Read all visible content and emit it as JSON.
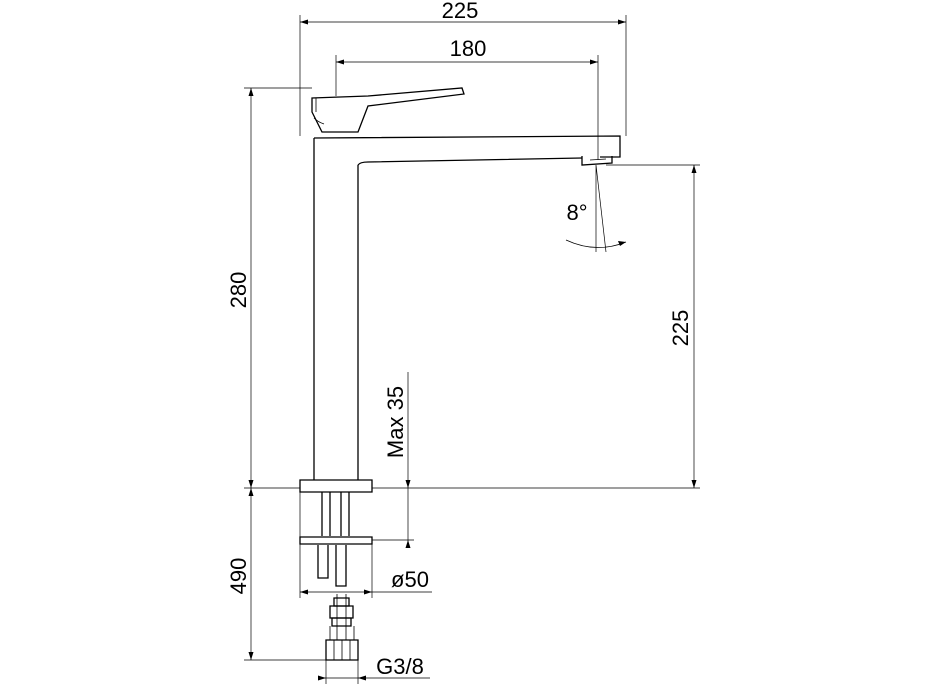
{
  "dimensions": {
    "total_width": "225",
    "spout_reach": "180",
    "body_height": "280",
    "spout_height": "225",
    "max_thickness": "Max 35",
    "angle": "8°",
    "below_length": "490",
    "base_diameter": "ø50",
    "thread": "G3/8"
  }
}
